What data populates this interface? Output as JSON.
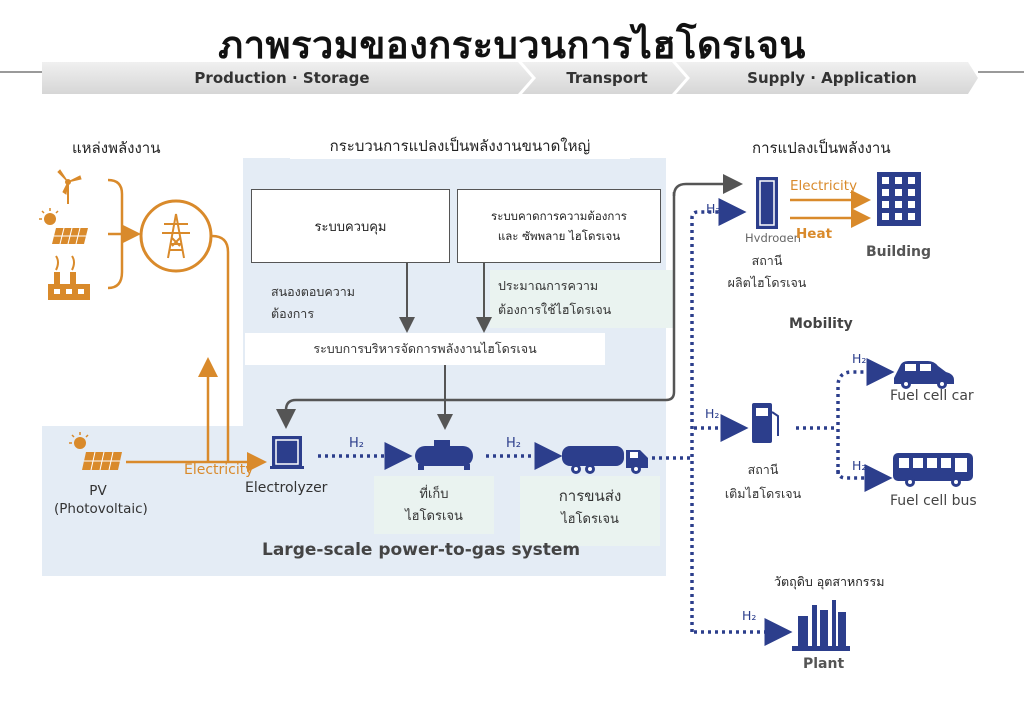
{
  "title": "ภาพรวมของกระบวนการไฮโดรเจน",
  "stages": {
    "production": "Production · Storage",
    "transport": "Transport",
    "supply": "Supply · Application"
  },
  "energy_source": {
    "heading": "แหล่งพลังงาน",
    "pv_label": "PV",
    "pv_sub": "(Photovoltaic)",
    "electricity": "Electricity"
  },
  "large_scale": {
    "heading": "กระบวนการแปลงเป็นพลังงานขนาดใหญ่",
    "control_box": "ระบบควบคุม",
    "forecast_box_line1": "ระบบคาดการความต้องการ",
    "forecast_box_line2": "และ ซัพพลาย ไฮโดรเจน",
    "respond_line1": "สนองตอบความ",
    "respond_line2": "ต้องการ",
    "estimate_line1": "ประมาณการความ",
    "estimate_line2": "ต้องการใช้ไฮโดรเจน",
    "management": "ระบบการบริหารจัดการพลังงานไฮโดรเจน",
    "electrolyzer": "Electrolyzer",
    "h2_a": "H₂",
    "h2_b": "H₂",
    "storage_line1": "ที่เก็บ",
    "storage_line2": "ไฮโดรเจน",
    "transport_line1": "การขนส่ง",
    "transport_line2": "ไฮโดรเจน",
    "system_name": "Large-scale power-to-gas system"
  },
  "conversion": {
    "heading": "การแปลงเป็นพลังงาน",
    "h2": "H₂",
    "hydrogen_cut": "Hydrogen",
    "station_line1": "สถานี",
    "station_line2": "ผลิตไฮโดรเจน",
    "electricity": "Electricity",
    "heat": "Heat",
    "building": "Building"
  },
  "mobility": {
    "heading": "Mobility",
    "h2_in": "H₂",
    "h2_car": "H₂",
    "h2_bus": "H₂",
    "station_line1": "สถานี",
    "station_line2": "เติมไฮโดรเจน",
    "car": "Fuel cell car",
    "bus": "Fuel cell bus"
  },
  "industry": {
    "heading": "วัตถุดิบ อุตสาหกรรม",
    "h2": "H₂",
    "plant": "Plant"
  },
  "colors": {
    "orange": "#d98a2b",
    "navy": "#2c3e8c",
    "panel": "#e4ecf5",
    "arrow_gray": "#555555"
  }
}
